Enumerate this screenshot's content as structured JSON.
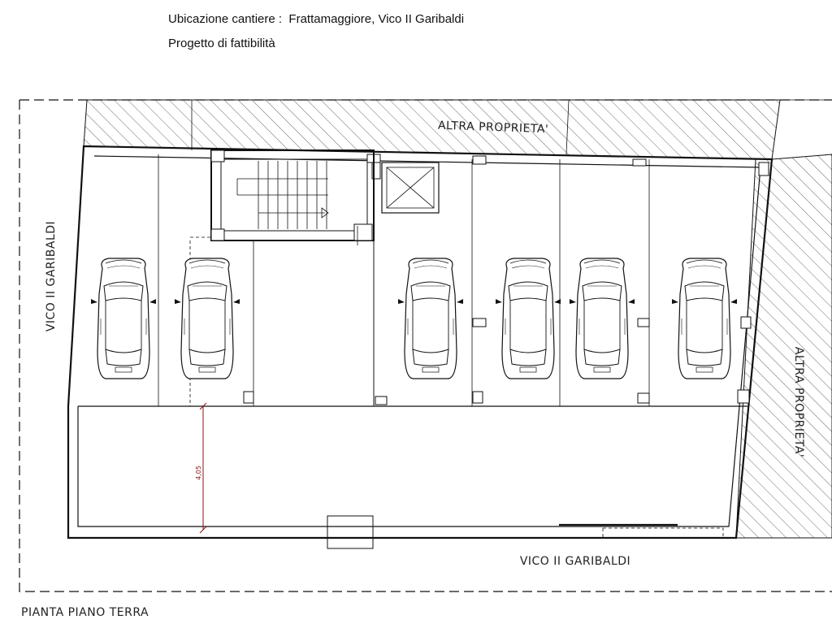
{
  "header": {
    "site_location": "Ubicazione cantiere :  Frattamaggiore, Vico II Garibaldi",
    "project_type": "Progetto di fattibilità"
  },
  "plan": {
    "top_neighbor_label": "ALTRA PROPRIETA'",
    "right_neighbor_label": "ALTRA PROPRIETA'",
    "left_street_label": "VICO II GARIBALDI",
    "bottom_street_label": "VICO II GARIBALDI",
    "drawing_title": "PIANTA PIANO TERRA",
    "dimension_label": "4,05",
    "parking_stall_count": 6
  },
  "colors": {
    "line": "#111111",
    "dimension": "#8a1010",
    "hatch": "#444444"
  }
}
